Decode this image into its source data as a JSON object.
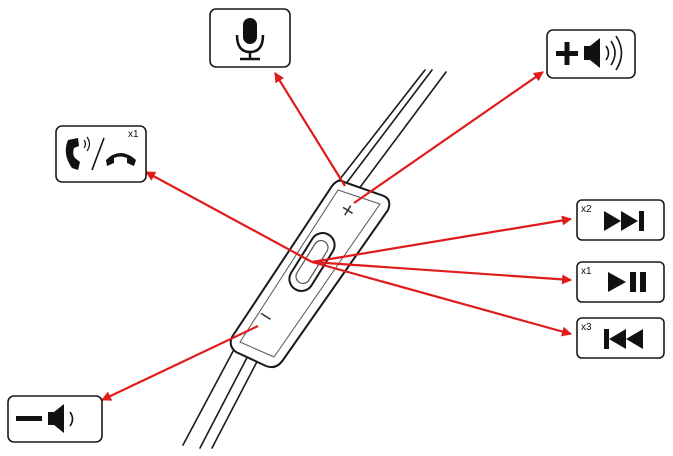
{
  "diagram": {
    "remote": {
      "plus_label": "+",
      "minus_label": "−"
    },
    "callouts": {
      "microphone": {
        "icon": "microphone-icon"
      },
      "volume_up": {
        "icon": "volume-up-icon"
      },
      "call": {
        "icon": "call-answer-end-icon",
        "press": "x1"
      },
      "next_track": {
        "icon": "next-track-icon",
        "press": "x2"
      },
      "play_pause": {
        "icon": "play-pause-icon",
        "press": "x1"
      },
      "previous_track": {
        "icon": "previous-track-icon",
        "press": "x3"
      },
      "volume_down": {
        "icon": "volume-down-icon"
      }
    },
    "colors": {
      "arrow": "#e01b1b",
      "outline": "#1a1a1a",
      "box_fill": "#ffffff"
    }
  }
}
